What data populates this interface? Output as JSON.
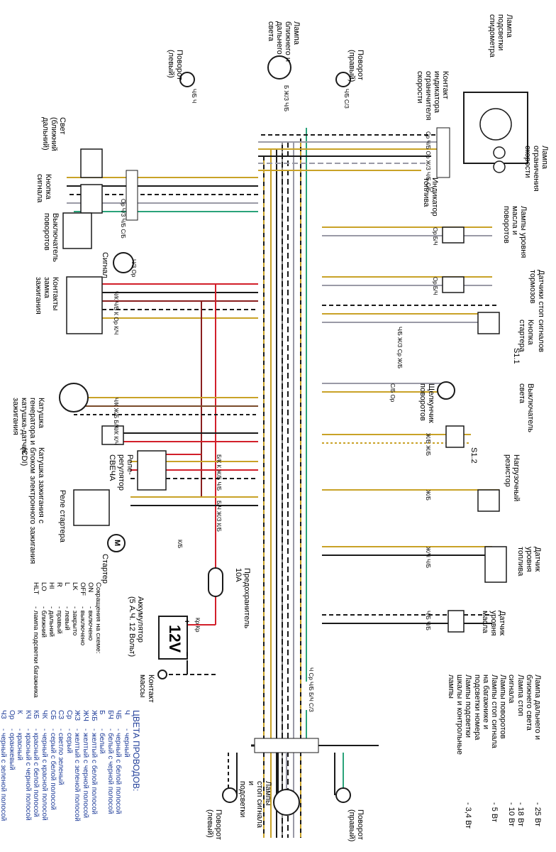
{
  "components": {
    "lamp_speedo_backlight": "Лампа\nподсветки\nспидометра",
    "speed_limiter_contact": "Контакт\nиндикатора\nограничителя\nскорости",
    "speed_limit_lamp": "Лампа\nограничения\nскорости",
    "oil_turn_lamps": "Лампы уровня\nмасла и\nповоротов",
    "fuel_indicator": "Индикатор\nтоплива",
    "headlamp": "Лампа\nближнего и\nдальнего\nсвета",
    "turn_right_front": "Поворот\n(правый)",
    "turn_left_front": "Поворот\n(левый)",
    "light_switch": "Свет\n(ближний\nдальний)",
    "horn_button": "Кнопка\nсигнала",
    "turn_switch": "Выключатель\nповоротов",
    "horn": "Сигнал",
    "ignition_contacts": "Контакты\nзамка\nзажигания",
    "brake_sensors": "Датчики стоп сигналов\nтормозов",
    "starter_button": "Кнопка\nстартера",
    "s1_1": "S1.1",
    "light_switch_2": "Выключатель\nсвета",
    "turn_flasher": "Щелкунчик\nповоротов",
    "s1_2": "S1.2",
    "generator": "Катушка\nгенератора и\nкатушка-датчик\nзажигания",
    "cdi": "Катушка зажигания с\nблоком электронного зажигания\n(CDI)",
    "spark_plug": "СВЕЧА",
    "regulator": "Реле-\nрегулятор",
    "load_resistor": "Нагрузочный\nрезистор",
    "starter_relay": "Реле стартера",
    "starter": "Стартер",
    "starter_symbol": "M",
    "fuel_sensor": "Датчик\nуровня\nтоплива",
    "fuse": "Предохранитель\n10А",
    "battery": "Аккумулятор\n(5 А.Ч. 12 Вольт)",
    "battery_voltage": "12V",
    "battery_plus": "+",
    "battery_minus": "−",
    "oil_sensor": "Датчик\nуровня\nмасла",
    "ground": "Контакт\nмассы",
    "turn_right_rear": "Поворот\n(правый)",
    "turn_left_rear": "Поворот\n(левый)",
    "rear_lamps": "Лампы\nстоп сигнала\nи\nподсветки"
  },
  "wire_labels": {
    "speedo_bundle": "Ср Ч/Б Ор Ж/З Ч/Б С/Б",
    "brake_front": "Ор  Б/Ч",
    "brake_rear": "Ор  Б/Ч",
    "handlebar_bundle": "Ор Ч/З Ч/Б С/Б",
    "horn_wires": "Ч/З  Ор",
    "ign_wires": "Ч/К Ч/Б К Ор К/Ч",
    "starter_btn_wires": "Ч/Б Ж/З Ср Ж/Б",
    "flasher_wires": "С/Б Ор",
    "gen_wires": "Ч/К Ж/Б Б/К",
    "cdi_wires": "Ч/К К/Ч",
    "s12_wires": "Ж/Б  Ж/Б",
    "reg_wires": "Б/К К Ж/Б Ч/Б",
    "load_res_wire": "Ж/Б",
    "relay_wires": "Б/Ч Ж/З К/Б",
    "starter_wire": "К/Б",
    "fuel_wires": "Ж/Ч Ч/Б",
    "battery_wires": "Кр Кр",
    "oil_wires": "Ч/Б Ч/Б",
    "rear_bundle": "Ч Ср Ч/Б Б/Ч С/З",
    "front_turn_r": "Ч/Б С/З",
    "front_turn_l": "Ч/Б Ч",
    "headlamp_wires": "Б Ж/З Ч/Б"
  },
  "abbreviations": {
    "title": "Сокращения на схеме:",
    "items": [
      {
        "code": "ON",
        "text": "- включено"
      },
      {
        "code": "OFF",
        "text": "- выключено"
      },
      {
        "code": "LK",
        "text": "- закрыто"
      },
      {
        "code": "L",
        "text": "- левый"
      },
      {
        "code": "R",
        "text": "- правый"
      },
      {
        "code": "HI",
        "text": "- дальний"
      },
      {
        "code": "LO",
        "text": "- ближний"
      },
      {
        "code": "HLT",
        "text": "- лампа подсветки багажника"
      }
    ]
  },
  "wire_colors": {
    "title": "ЦВЕТА ПРОВОДОВ:",
    "items": [
      {
        "code": "Ч",
        "text": "- черный"
      },
      {
        "code": "ЧБ",
        "text": "- черный с белой полосой"
      },
      {
        "code": "БЧ",
        "text": "- белый с черной полосой"
      },
      {
        "code": "Б",
        "text": "- белый"
      },
      {
        "code": "ЖБ",
        "text": "- желтый с белой полосой"
      },
      {
        "code": "ЖЧ",
        "text": "- желтый с черной полосой"
      },
      {
        "code": "ЖЗ",
        "text": "- желтый с зеленой полосой"
      },
      {
        "code": "Ср",
        "text": "- серый"
      },
      {
        "code": "СЗ",
        "text": "- светло зеленый"
      },
      {
        "code": "СБ",
        "text": "- серый с белой полосой"
      },
      {
        "code": "ЧК",
        "text": "- черный с красной полосой"
      },
      {
        "code": "КБ",
        "text": "- красный с белой полосой"
      },
      {
        "code": "КЧ",
        "text": "- красный с черной полосой"
      },
      {
        "code": "К",
        "text": "- красный"
      },
      {
        "code": "Ор",
        "text": "- оранжевый"
      },
      {
        "code": "ЧЗ",
        "text": "- черный с зеленой полосой"
      }
    ]
  },
  "lamp_power": {
    "items": [
      {
        "name": "Лампа дальнего и\nближнего света",
        "value": "- 25 Вт"
      },
      {
        "name": "Лампа стоп\nсигнала",
        "value": "- 18 Вт\n- 10 Вт"
      },
      {
        "name": "Лампы поворотов",
        "value": ""
      },
      {
        "name": "Лампы стоп сигнала\nна багажнике и\nподсветки номера",
        "value": "- 5 Вт"
      },
      {
        "name": "Лампы подсветки\nшкалы и контрольные\nлампы",
        "value": "- 3,4 Вт"
      }
    ]
  },
  "colors": {
    "black": "#1a1a1a",
    "yellow": "#c9a227",
    "green": "#2aa37a",
    "grey": "#9a9aa6",
    "red": "#d21f2a",
    "darkred": "#8a1f1f",
    "brown": "#7a4a2a",
    "blue_text": "#1f3d99"
  }
}
